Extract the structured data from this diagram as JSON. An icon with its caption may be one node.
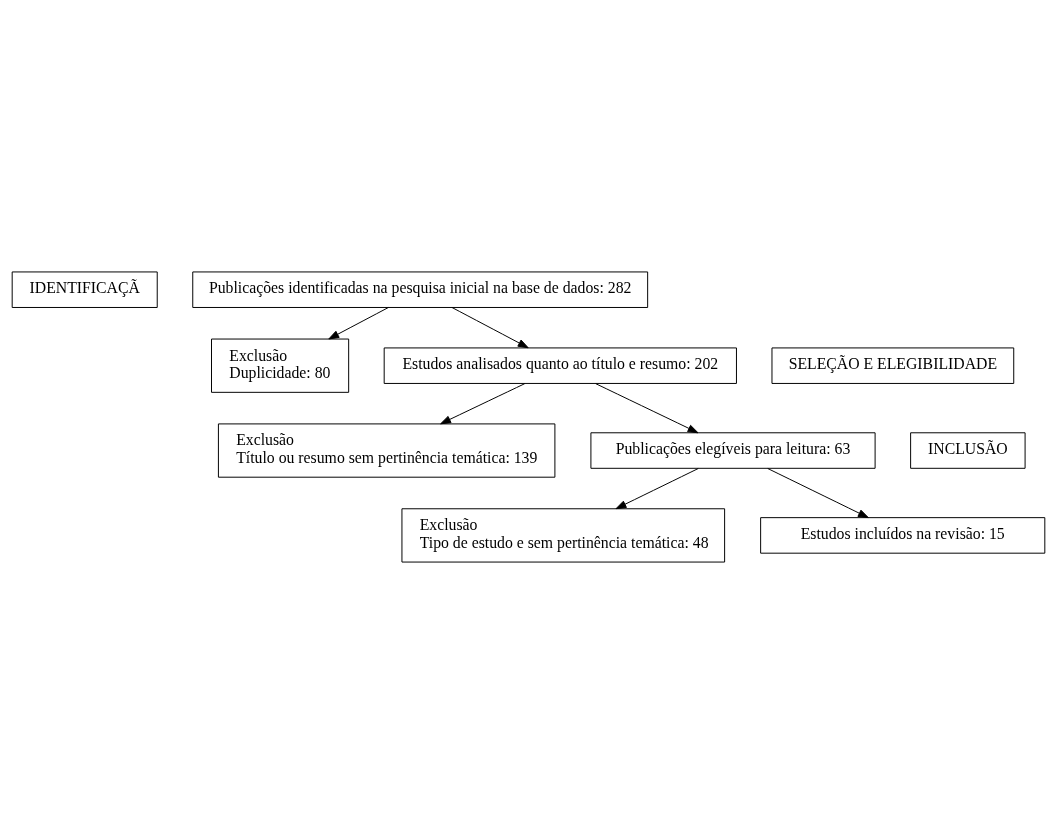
{
  "diagram": {
    "nodes": [
      {
        "text": [
          "IDENTIFICAÇÃ"
        ]
      },
      {
        "text": [
          "Publicações identificadas na pesquisa inicial na base de dados: 282"
        ]
      },
      {
        "text": [
          "Exclusão",
          "Duplicidade: 80"
        ]
      },
      {
        "text": [
          "SELEÇÃO E ELEGIBILIDADE"
        ]
      },
      {
        "text": [
          "Estudos analisados quanto ao título e resumo: 202"
        ]
      },
      {
        "text": [
          "Exclusão",
          "Título ou resumo sem pertinência temática: 139"
        ]
      },
      {
        "text": [
          "Publicações elegíveis para leitura: 63"
        ]
      },
      {
        "text": [
          "INCLUSÃO"
        ]
      },
      {
        "text": [
          "Exclusão",
          "Tipo de estudo e sem pertinência temática: 48"
        ]
      },
      {
        "text": [
          "Estudos incluídos na revisão: 15"
        ]
      }
    ],
    "edges": [
      {
        "from": 1,
        "to": 2,
        "arrow": "to"
      },
      {
        "from": 1,
        "to": 4,
        "arrow": "to"
      },
      {
        "from": 4,
        "to": 5,
        "arrow": "to"
      },
      {
        "from": 4,
        "to": 6,
        "arrow": "to"
      },
      {
        "from": 6,
        "to": 8,
        "arrow": "to"
      },
      {
        "from": 6,
        "to": 9,
        "arrow": "to"
      }
    ]
  }
}
